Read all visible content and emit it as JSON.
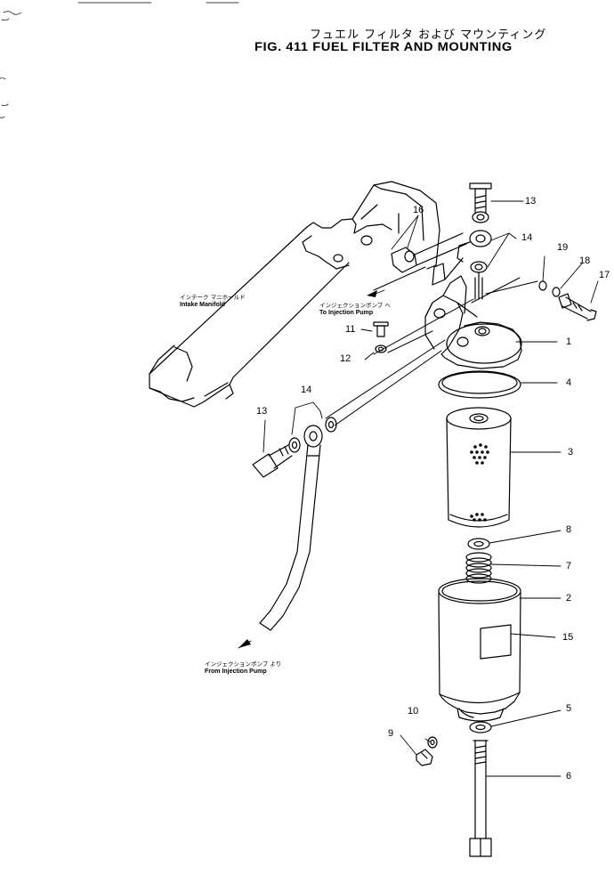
{
  "title": {
    "japanese": "フュエル フィルタ および マウンティング",
    "english": "FIG. 411  FUEL  FILTER  AND  MOUNTING"
  },
  "notes": {
    "intake_manifold_jp": "インテーク マニホールド",
    "intake_manifold_en": "Intake Manifold",
    "to_pump_jp": "インジェクションポンプ へ",
    "to_pump_en": "To Injection Pump",
    "from_pump_jp": "インジェクションポンプ より",
    "from_pump_en": "From Injection Pump"
  },
  "callouts": {
    "c13_top": "13",
    "c14_top": "14",
    "c16": "16",
    "c19": "19",
    "c18": "18",
    "c17": "17",
    "c11": "11",
    "c12": "12",
    "c1": "1",
    "c4": "4",
    "c14_left": "14",
    "c13_left": "13",
    "c3": "3",
    "c8": "8",
    "c7": "7",
    "c2": "2",
    "c15": "15",
    "c5": "5",
    "c10": "10",
    "c9": "9",
    "c6": "6"
  }
}
